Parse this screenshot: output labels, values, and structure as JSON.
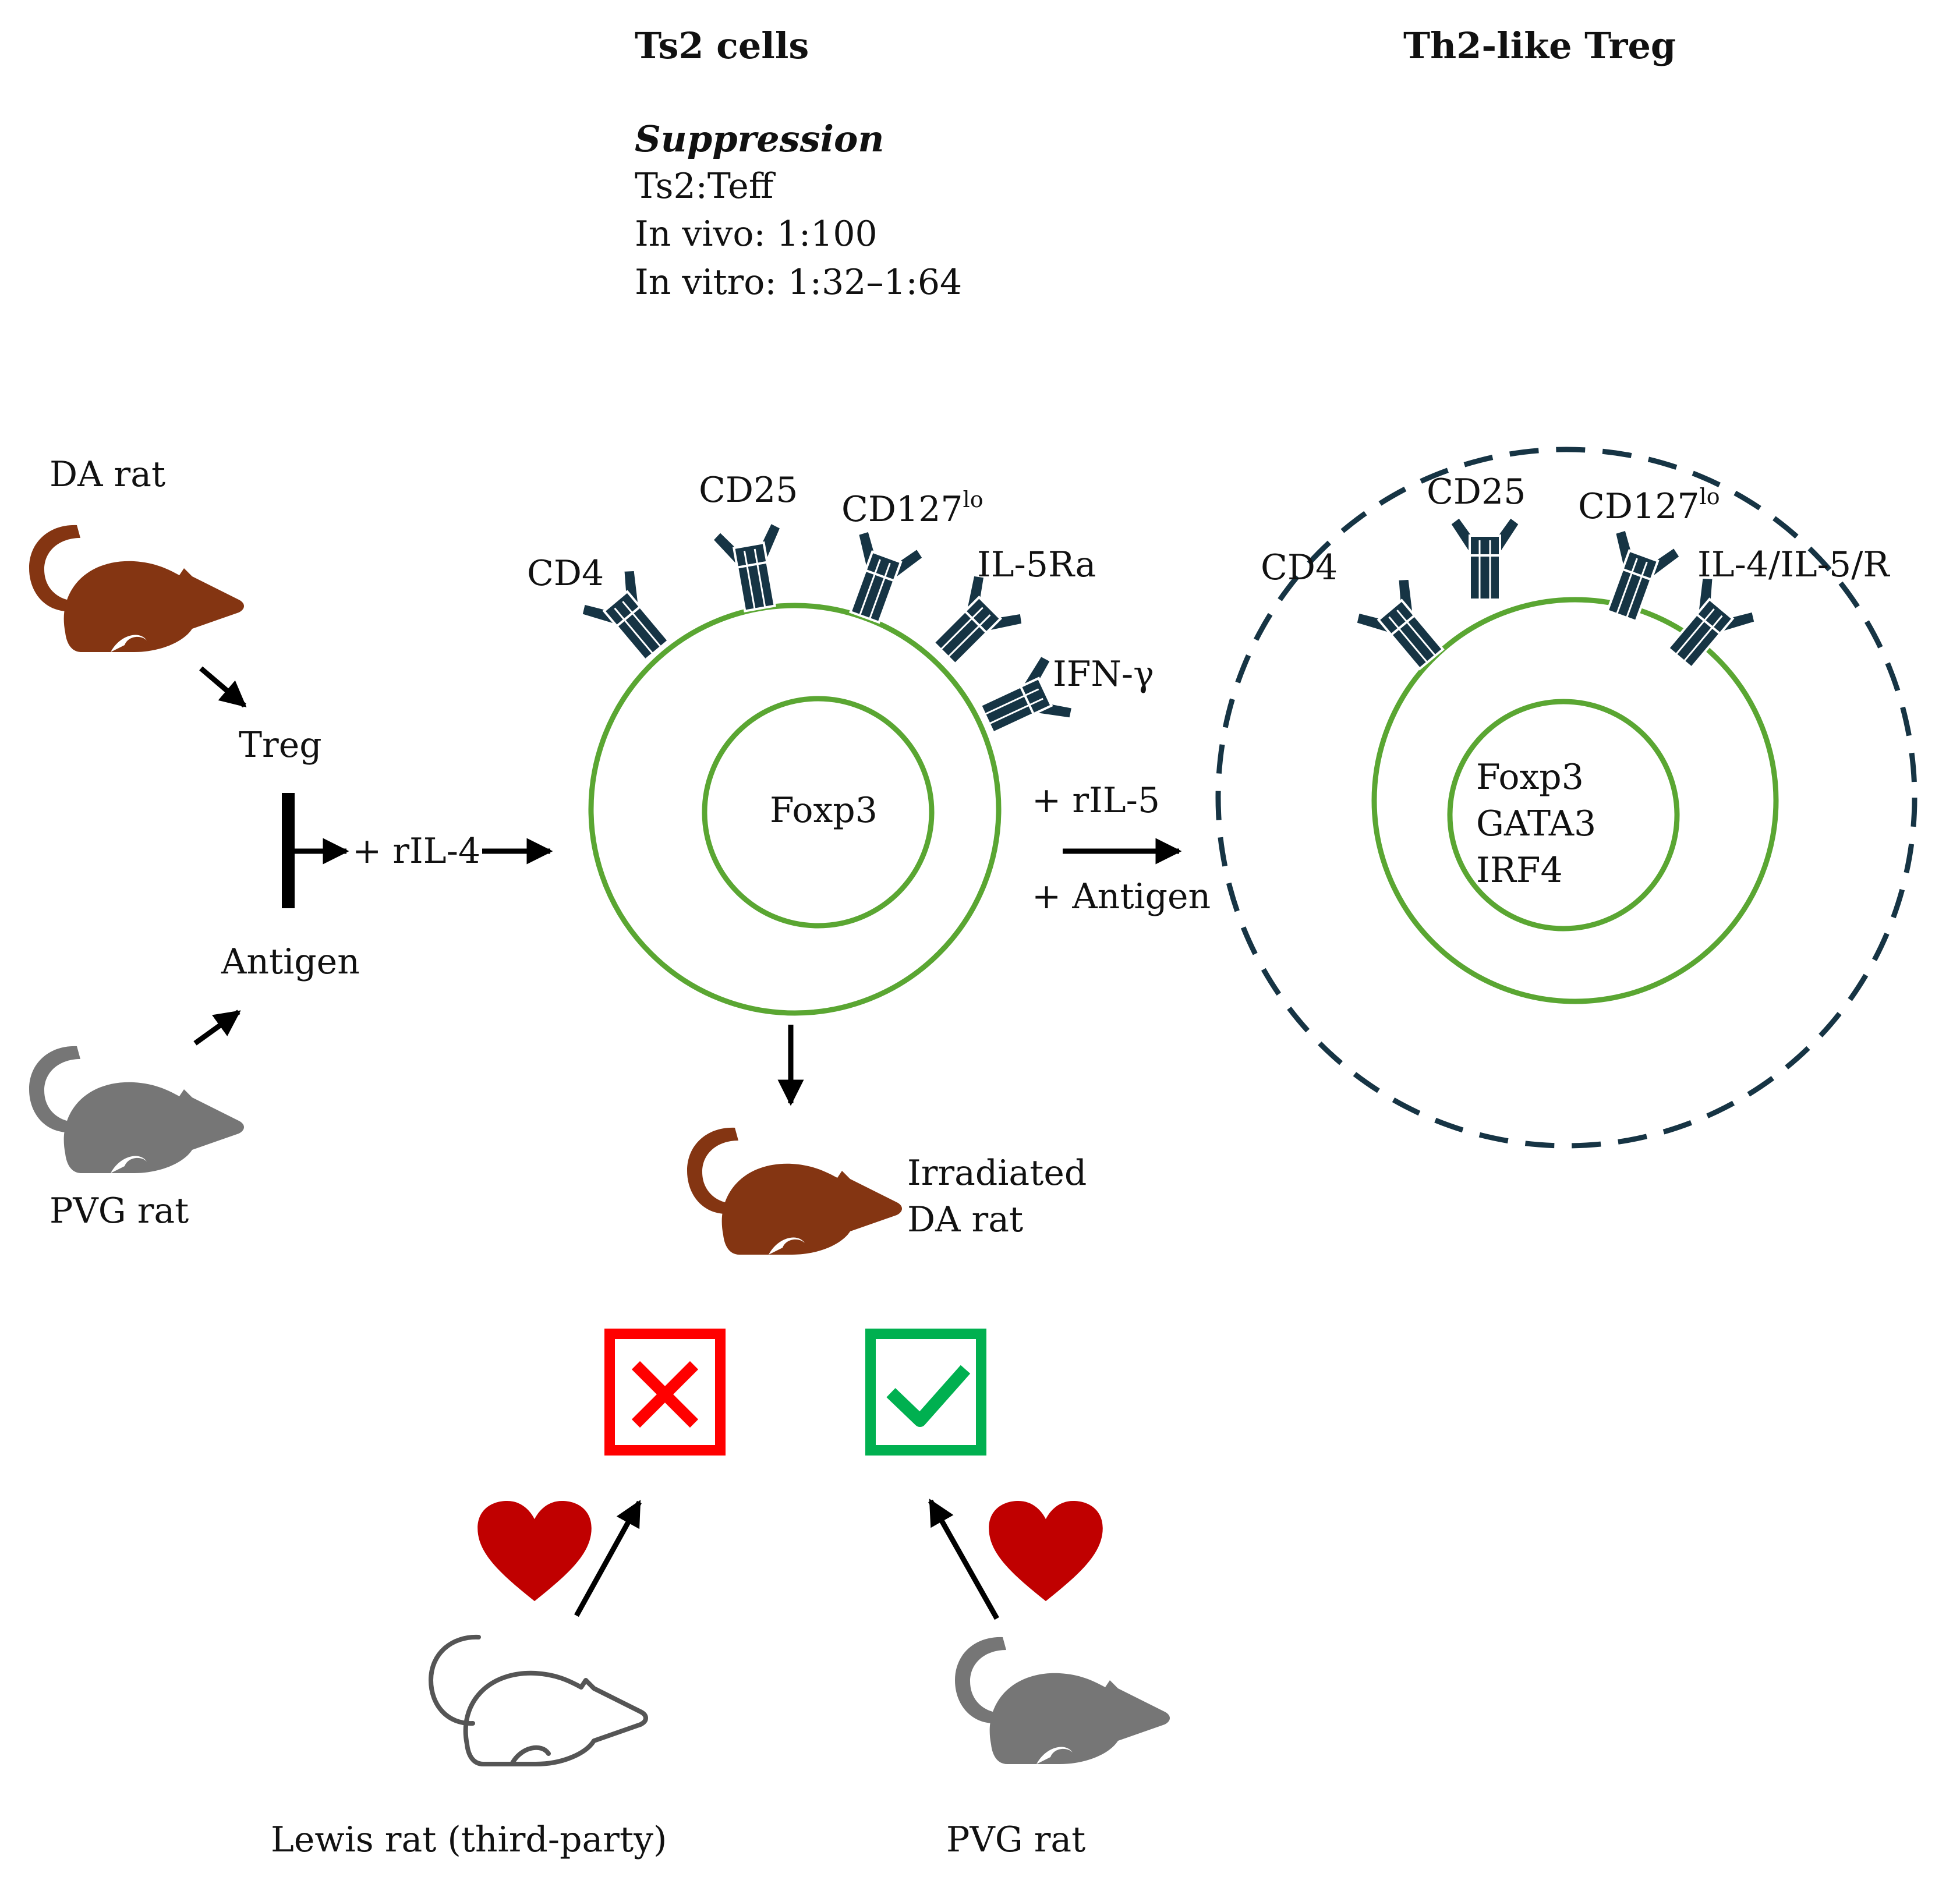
{
  "headers": {
    "ts2_cells": "Ts2 cells",
    "th2_like_treg": "Th2-like Treg"
  },
  "suppression": {
    "title": "Suppression",
    "ratio_label": "Ts2:Teff",
    "in_vivo": "In vivo: 1:100",
    "in_vitro": "In vitro: 1:32–1:64"
  },
  "left": {
    "da_rat": "DA rat",
    "treg": "Treg",
    "antigen": "Antigen",
    "pvg_rat": "PVG rat",
    "ril4": "+ rIL-4"
  },
  "ts2_cell": {
    "nucleus": "Foxp3",
    "markers": {
      "cd4": "CD4",
      "cd25": "CD25",
      "cd127": "CD127",
      "cd127_sup": "lo",
      "il5ra": "IL-5Ra",
      "ifng": "IFN-γ"
    }
  },
  "transition": {
    "ril5": "+ rIL-5",
    "antigen": "+ Antigen"
  },
  "th2_treg_cell": {
    "nucleus_lines": [
      "Foxp3",
      "GATA3",
      "IRF4"
    ],
    "markers": {
      "cd4": "CD4",
      "cd25": "CD25",
      "cd127": "CD127",
      "cd127_sup": "lo",
      "il4_il5_r": "IL-4/IL-5/R"
    }
  },
  "recipient": {
    "line1": "Irradiated",
    "line2": "DA rat"
  },
  "outcomes": {
    "lewis_label": "Lewis rat (third-party)",
    "pvg_label": "PVG rat",
    "reject_icon": "cross-icon",
    "accept_icon": "check-icon"
  },
  "colors": {
    "da_rat": "#843512",
    "pvg_rat": "#767676",
    "lewis_outline": "#555555",
    "cell_membrane": "#5aa632",
    "receptor": "#163444",
    "dashed_circle": "#163444",
    "heart": "#c00000",
    "reject": "#ff0000",
    "accept": "#00b050"
  }
}
